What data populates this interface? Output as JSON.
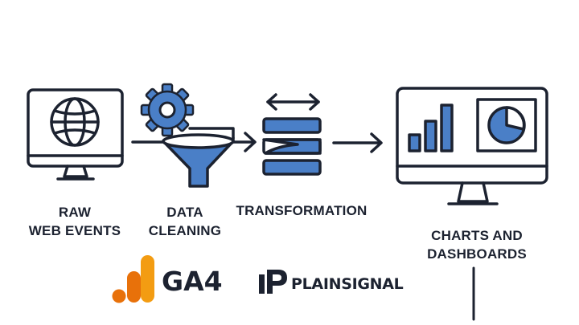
{
  "steps": {
    "raw": {
      "line1": "RAW",
      "line2": "WEB EVENTS",
      "icon": "globe-monitor-icon"
    },
    "cleaning": {
      "line1": "DATA",
      "line2": "CLEANING",
      "icon": "gear-funnel-icon"
    },
    "transformation": {
      "line1": "TRANSFORMATION",
      "icon": "stacked-layers-icon"
    },
    "charts": {
      "line1": "CHARTS AND",
      "line2": "DASHBOARDS",
      "icon": "dashboard-monitor-icon"
    }
  },
  "logos": {
    "ga4": {
      "text": "GA4",
      "icon": "ga-bars-icon"
    },
    "plainsignal": {
      "text": "PLAINSIGNAL",
      "icon": "plainsignal-mark-icon"
    }
  },
  "colors": {
    "ink": "#1c2230",
    "blue": "#4a7fc7",
    "ga_orange": "#f39c12",
    "ga_dark_orange": "#e8710a"
  }
}
